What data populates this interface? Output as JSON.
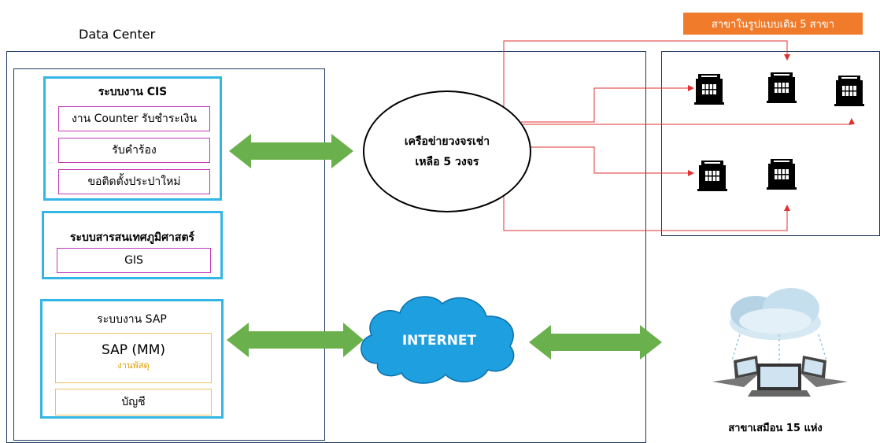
{
  "data_center_title": "Data Center",
  "cis": {
    "title": "ระบบงาน CIS",
    "items": [
      "งาน Counter รับชำระเงิน",
      "รับคำร้อง",
      "ขอติดตั้งประปาใหม่"
    ]
  },
  "gis": {
    "title": "ระบบสารสนเทศภูมิศาสตร์",
    "items": [
      "GIS"
    ]
  },
  "sap": {
    "title": "ระบบงาน SAP",
    "mm_title": "SAP (MM)",
    "mm_subtitle": "งานพัสดุ",
    "accounting": "บัญชี"
  },
  "leased_network": {
    "line1": "เครือข่ายวงจรเช่า",
    "line2": "เหลือ 5 วงจร"
  },
  "internet_label": "INTERNET",
  "branches_tag": "สาขาในรูปแบบเดิม 5 สาขา",
  "satellite_caption": "สาขาเสมือน 15 แห่ง",
  "colors": {
    "frame": "#1f3a5f",
    "cis_border": "#33b5e5",
    "item_border": "#c039b9",
    "sap_item_border": "#f0c060",
    "arrow_green": "#6ab04c",
    "connector_red": "#e03030",
    "tag_orange": "#f07c2b",
    "cloud_blue": "#1e9fe0"
  },
  "icons": [
    "building-icon",
    "cloud-network-icon",
    "laptop-icon"
  ]
}
